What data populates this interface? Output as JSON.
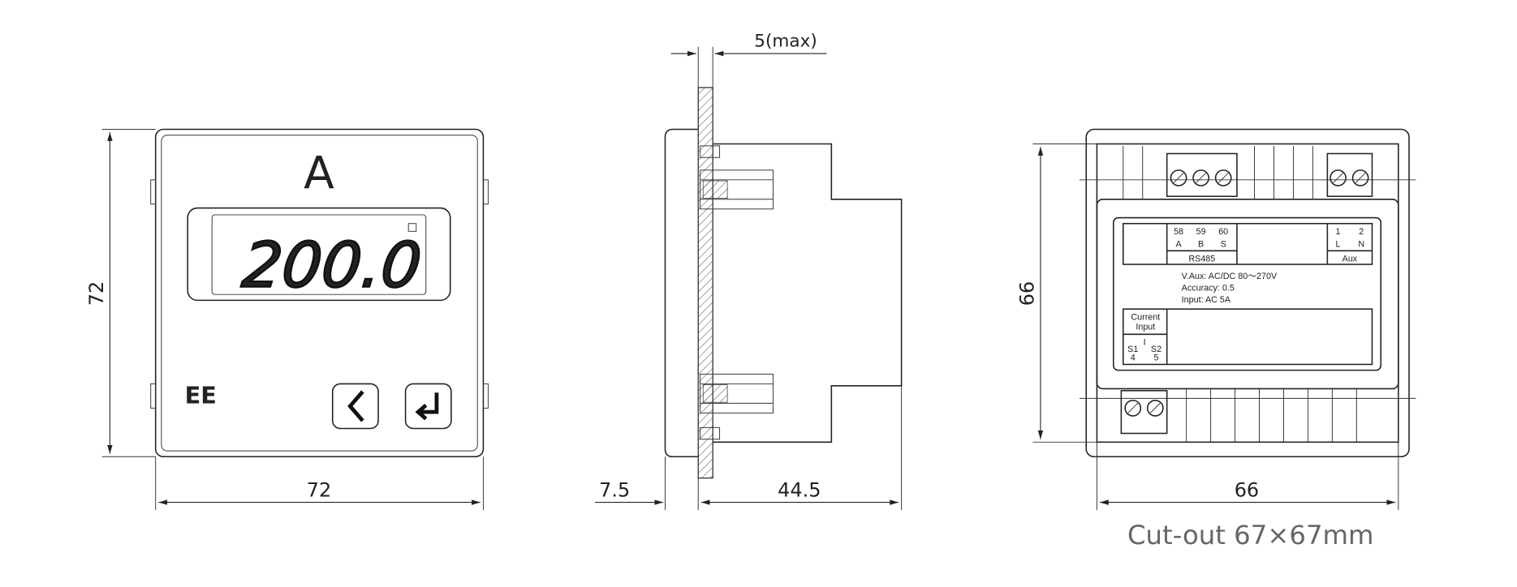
{
  "front_view": {
    "unit_label": "A",
    "display_value": "200.0",
    "brand": "EE",
    "buttons": [
      {
        "name": "back",
        "icon": "chevron-left-icon"
      },
      {
        "name": "enter",
        "icon": "enter-icon"
      }
    ],
    "dim_height": "72",
    "dim_width": "72"
  },
  "side_view": {
    "dim_panel": "5(max)",
    "dim_bezel": "7.5",
    "dim_depth": "44.5"
  },
  "rear_view": {
    "rs485_numbers": [
      "58",
      "59",
      "60"
    ],
    "rs485_letters": [
      "A",
      "B",
      "S"
    ],
    "rs485_label": "RS485",
    "aux_numbers": [
      "1",
      "2"
    ],
    "aux_letters": [
      "L",
      "N"
    ],
    "aux_label": "Aux",
    "spec_lines": [
      "V.Aux:  AC/DC 80～270V",
      "Accuracy:  0.5",
      "Input:  AC 5A"
    ],
    "current_input_label": [
      "Current",
      "Input"
    ],
    "current_symbol": "I",
    "current_terms": [
      "S1",
      "S2"
    ],
    "current_numbers": [
      "4",
      "5"
    ],
    "dim_height": "66",
    "dim_width": "66",
    "cutout": "Cut-out 67×67mm"
  }
}
